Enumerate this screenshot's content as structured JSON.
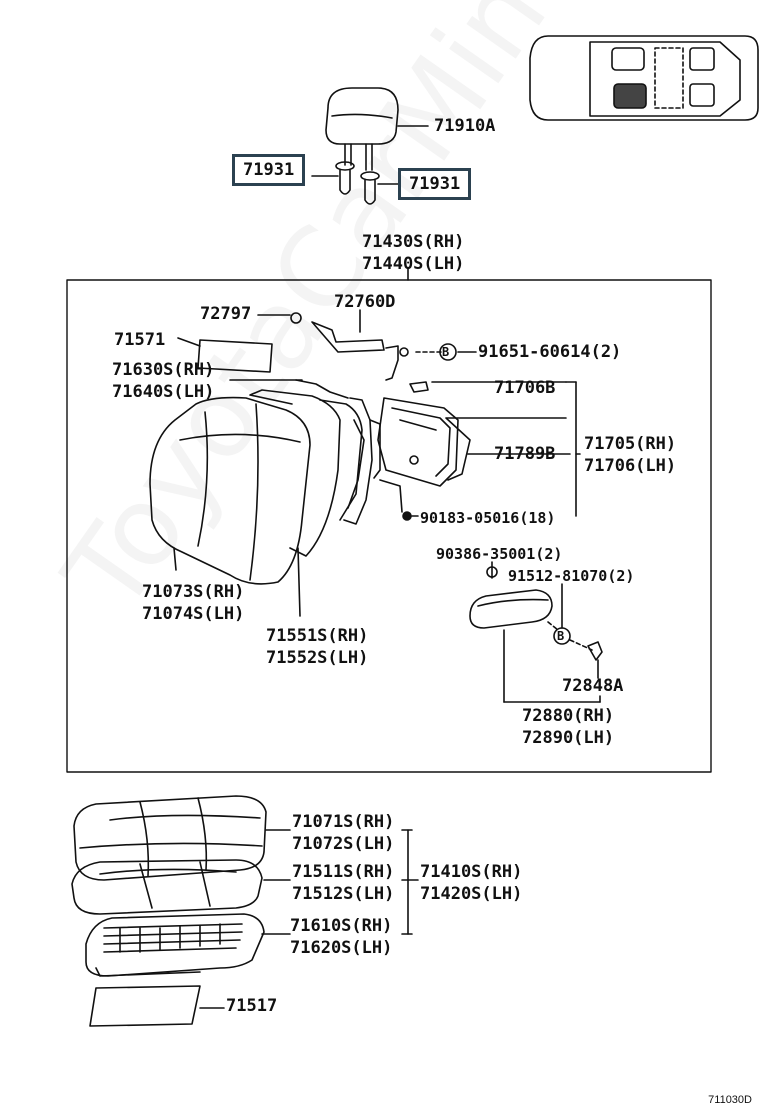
{
  "watermark": "ToyotaCarMine.ru",
  "drawing_code": "711030D",
  "labels": {
    "headrest": "71910A",
    "support_left": "71931",
    "support_right": "71931",
    "back_assy_rh": "71430S(RH)",
    "back_assy_lh": "71440S(LH)",
    "p72797": "72797",
    "p72760d": "72760D",
    "p71571": "71571",
    "screw_91651": "91651-60614(2)",
    "p71630s": "71630S(RH)",
    "p71640s": "71640S(LH)",
    "p71706b": "71706B",
    "p71705": "71705(RH)",
    "p71706": "71706(LH)",
    "p71789b": "71789B",
    "p90183": "90183-05016(18)",
    "p71073s": "71073S(RH)",
    "p71074s": "71074S(LH)",
    "p90386": "90386-35001(2)",
    "p91512": "91512-81070(2)",
    "p71551s": "71551S(RH)",
    "p71552s": "71552S(LH)",
    "p72848a": "72848A",
    "p72880": "72880(RH)",
    "p72890": "72890(LH)",
    "p71071s": "71071S(RH)",
    "p71072s": "71072S(LH)",
    "p71511s": "71511S(RH)",
    "p71512s": "71512S(LH)",
    "p71410s": "71410S(RH)",
    "p71420s": "71420S(LH)",
    "p71610s": "71610S(RH)",
    "p71620s": "71620S(LH)",
    "p71517": "71517",
    "b_marker1": "B",
    "b_marker2": "B"
  }
}
